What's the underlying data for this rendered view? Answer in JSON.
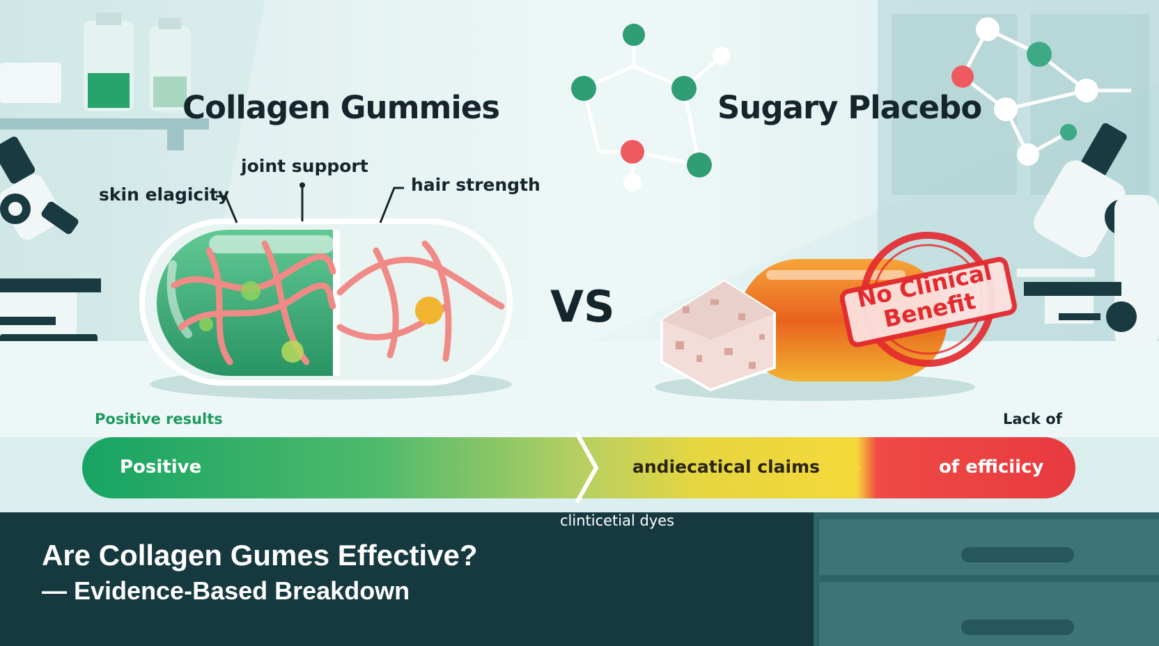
{
  "left_title": "Collagen Gummies",
  "right_title": "Sugary Placebo",
  "versus": "VS",
  "callouts": {
    "skin": "skin elagicity",
    "joint": "joint support",
    "hair": "hair strength"
  },
  "stamp": {
    "line1": "No Clinical",
    "line2": "Benefit"
  },
  "scale": {
    "top_left_caption": "Positive results",
    "top_right_caption": "Lack of",
    "segment_positive": "Positive",
    "segment_middle": "andiecatical claims",
    "segment_negative": "of efficiicy",
    "bottom_caption": "clinticetial dyes"
  },
  "headline": {
    "line1": "Are Collagen Gumes Effective?",
    "line2": "— Evidence-Based Breakdown"
  },
  "colors": {
    "green": "#1fa46a",
    "yellow": "#f2d93a",
    "red": "#ee3b43",
    "navy": "#15393f"
  }
}
